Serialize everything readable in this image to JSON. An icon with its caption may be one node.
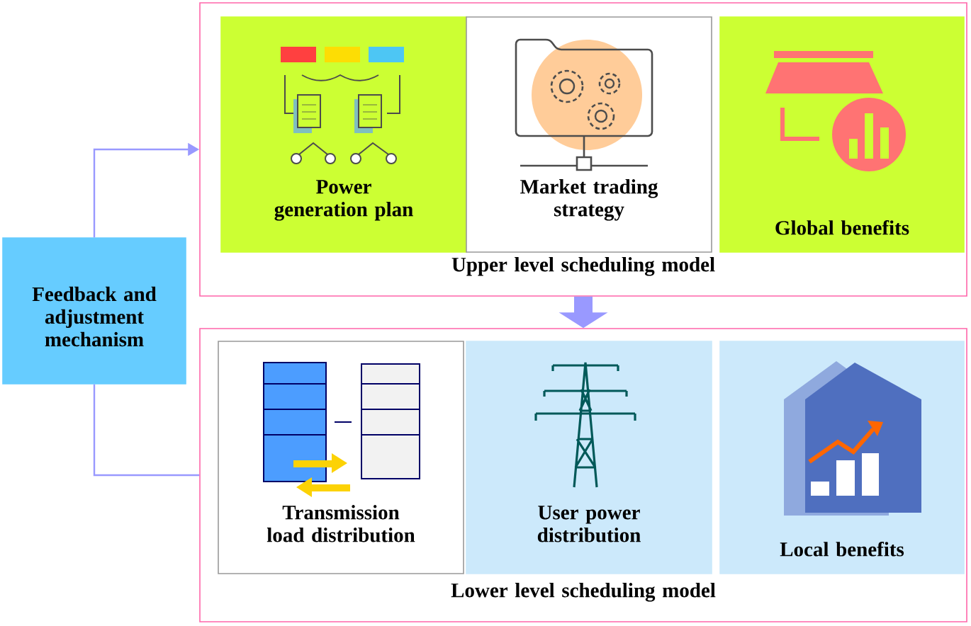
{
  "diagram": {
    "nodes": [
      {
        "text": [
          "Feedback and adjustment mechanism"
        ]
      },
      {
        "text": [
          "Upper level scheduling model"
        ]
      },
      {
        "text": [
          "Power generation plan"
        ],
        "in": 1
      },
      {
        "text": [
          "Market trading strategy"
        ],
        "in": 1
      },
      {
        "text": [
          "Global benefits"
        ],
        "in": 1
      },
      {
        "text": [
          "Lower level scheduling model"
        ]
      },
      {
        "text": [
          "Transmission load distribution"
        ],
        "in": 5
      },
      {
        "text": [
          "User power distribution"
        ],
        "in": 5
      },
      {
        "text": [
          "Local benefits"
        ],
        "in": 5
      }
    ],
    "edges": [
      {
        "from": 0,
        "to": 1,
        "arrow": "to"
      },
      {
        "from": 5,
        "to": 0,
        "arrow": "none"
      },
      {
        "from": 1,
        "to": 5,
        "arrow": "to",
        "style": "thick"
      }
    ]
  }
}
